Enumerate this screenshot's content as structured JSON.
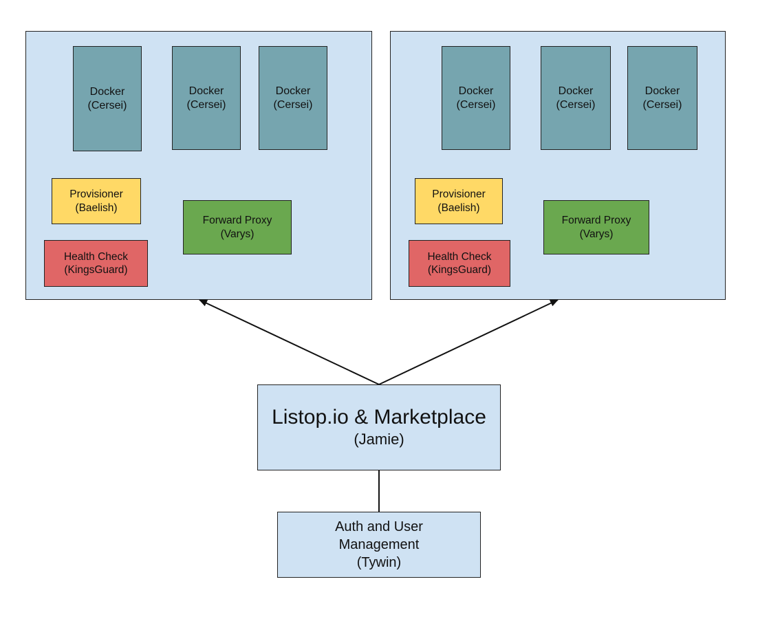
{
  "colors": {
    "host_fill": "#cfe2f3",
    "docker_fill": "#76a5af",
    "provisioner_fill": "#ffd966",
    "proxy_fill": "#6aa84f",
    "health_fill": "#e06666",
    "service_fill": "#cfe2f3",
    "stroke": "#222222"
  },
  "hosts": [
    {
      "dockers": [
        {
          "line1": "Docker",
          "line2": "(Cersei)"
        },
        {
          "line1": "Docker",
          "line2": "(Cersei)"
        },
        {
          "line1": "Docker",
          "line2": "(Cersei)"
        }
      ],
      "provisioner": {
        "line1": "Provisioner",
        "line2": "(Baelish)"
      },
      "proxy": {
        "line1": "Forward Proxy",
        "line2": "(Varys)"
      },
      "health": {
        "line1": "Health Check",
        "line2": "(KingsGuard)"
      }
    },
    {
      "dockers": [
        {
          "line1": "Docker",
          "line2": "(Cersei)"
        },
        {
          "line1": "Docker",
          "line2": "(Cersei)"
        },
        {
          "line1": "Docker",
          "line2": "(Cersei)"
        }
      ],
      "provisioner": {
        "line1": "Provisioner",
        "line2": "(Baelish)"
      },
      "proxy": {
        "line1": "Forward Proxy",
        "line2": "(Varys)"
      },
      "health": {
        "line1": "Health Check",
        "line2": "(KingsGuard)"
      }
    }
  ],
  "marketplace": {
    "title": "Listop.io & Marketplace",
    "subtitle": "(Jamie)"
  },
  "auth": {
    "line1": "Auth and User",
    "line2": "Management",
    "line3": "(Tywin)"
  }
}
